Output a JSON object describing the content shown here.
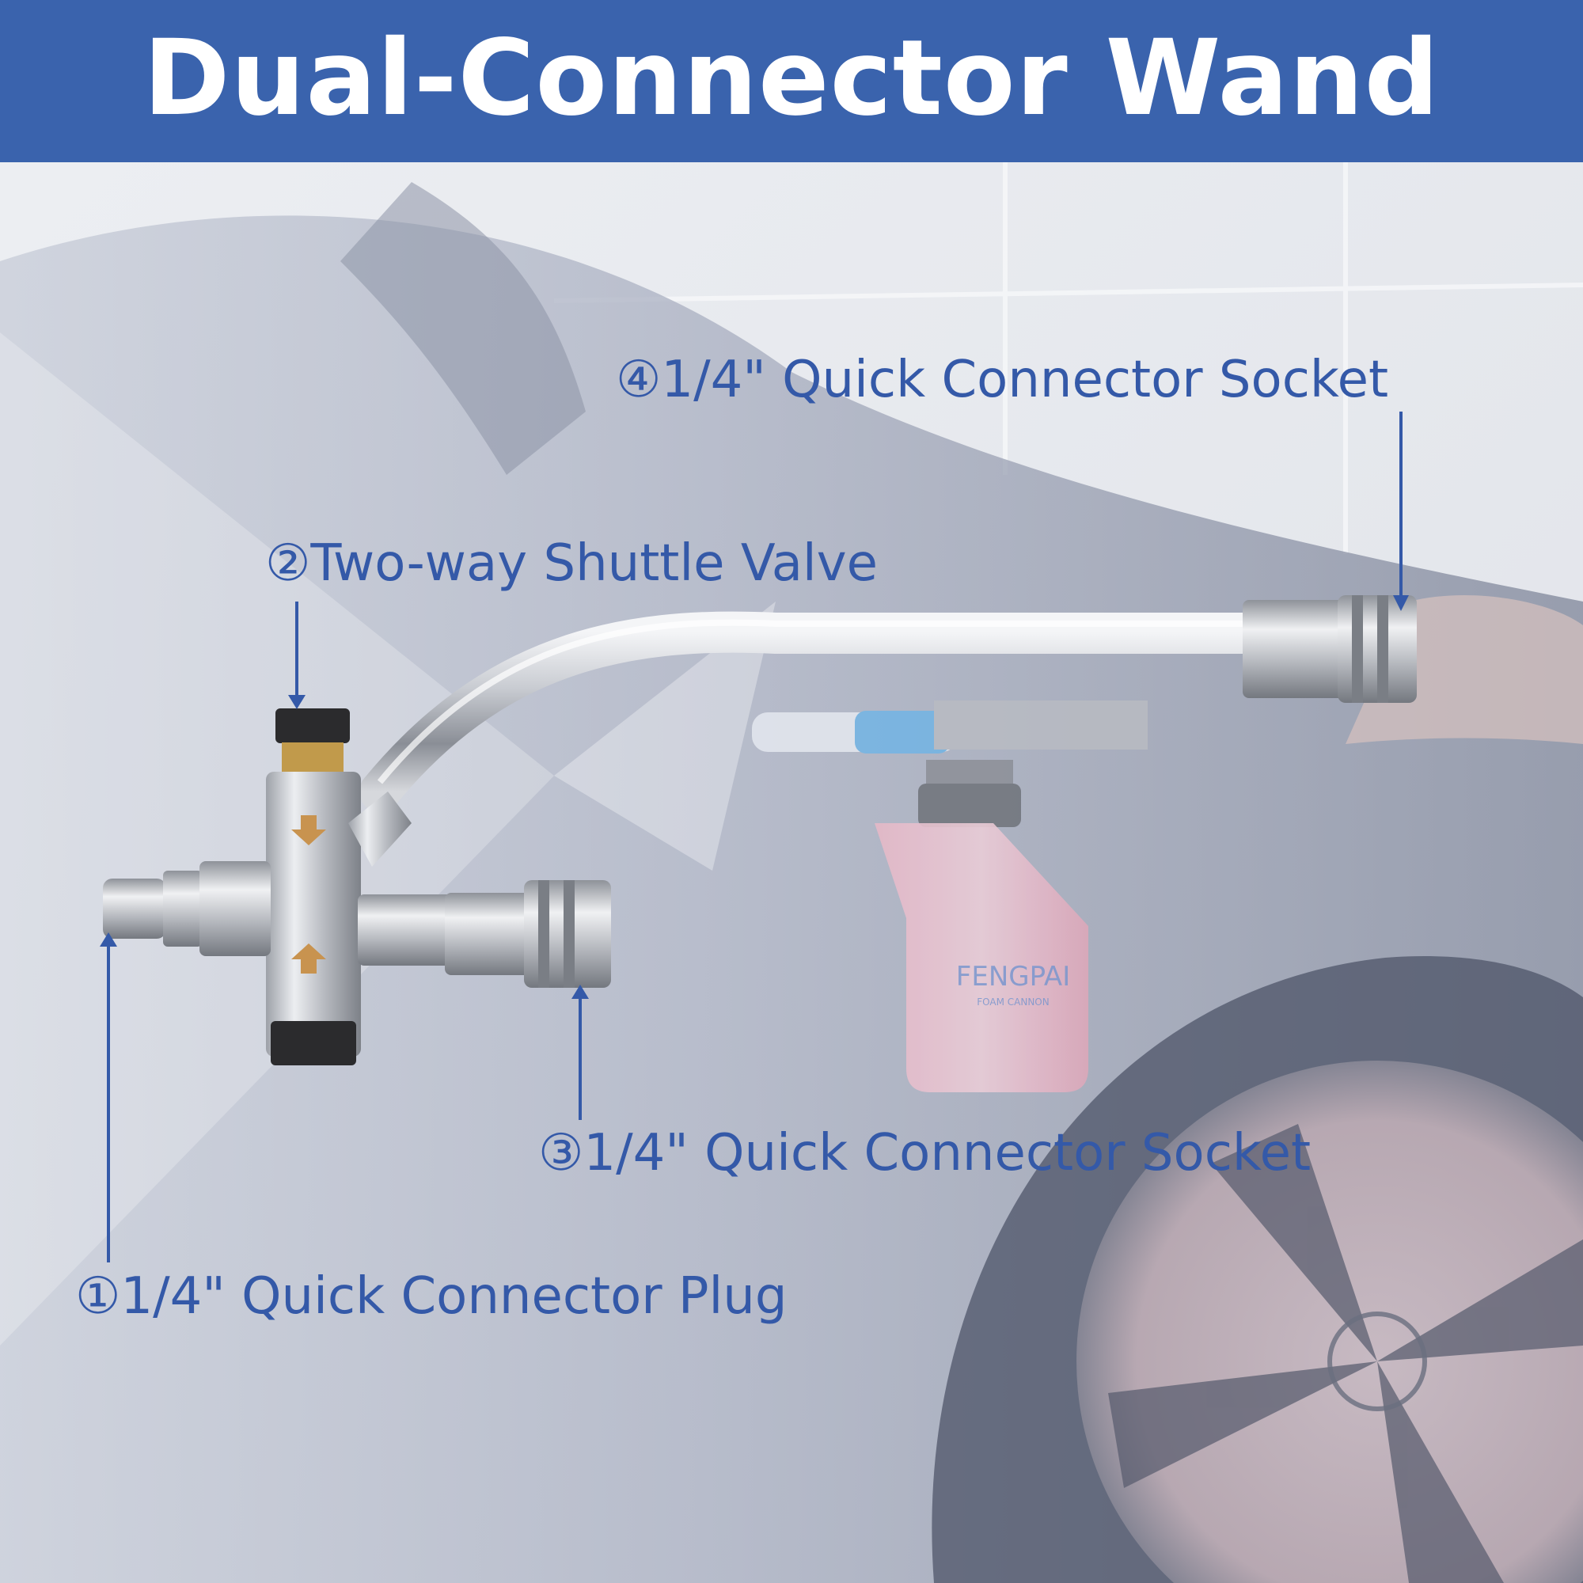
{
  "header": {
    "title": "Dual-Connector Wand",
    "color": "#3a63ad",
    "text_color": "#ffffff"
  },
  "callouts": {
    "plug_1": "①1/4\" Quick Connector Plug",
    "valve_2": "②Two-way Shuttle Valve",
    "socket_3": "③1/4\" Quick Connector Socket",
    "socket_4": "④1/4\" Quick Connector Socket",
    "color": "#3459a8"
  },
  "foam_bottle": {
    "brand": "FENGPAI",
    "subtitle": "FOAM CANNON"
  }
}
